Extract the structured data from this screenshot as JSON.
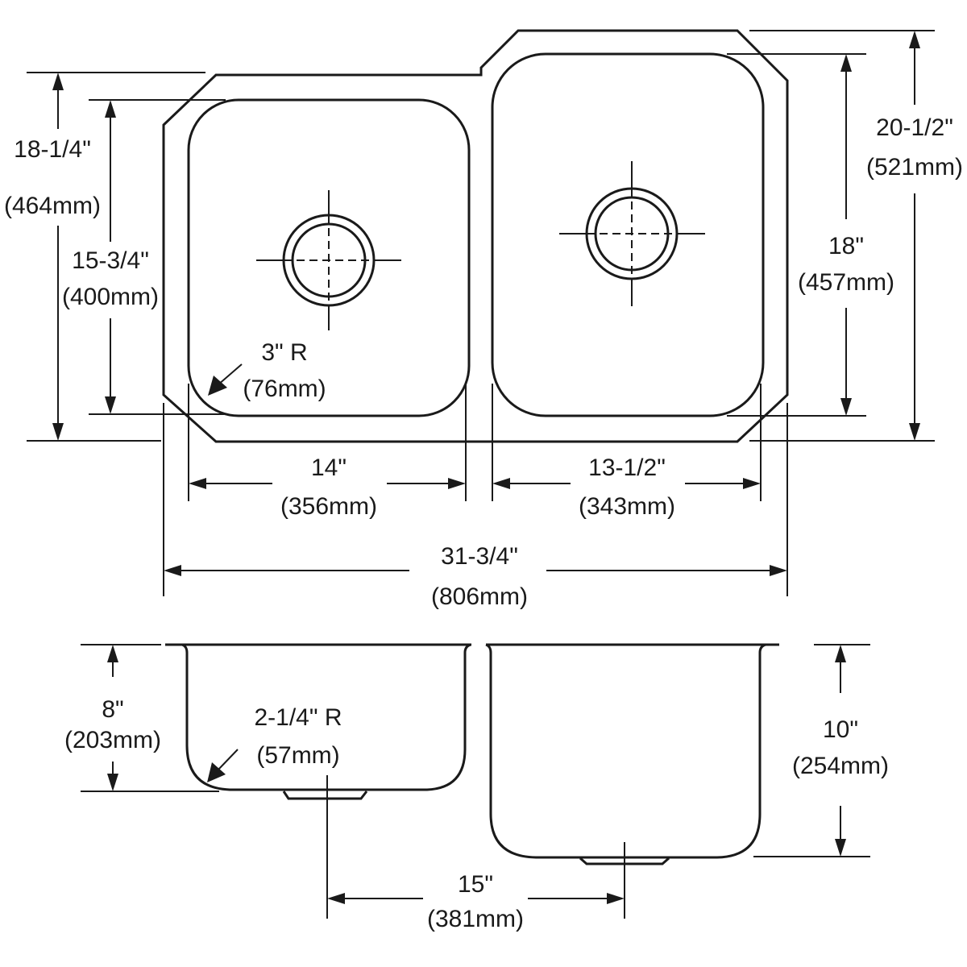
{
  "dimensions": {
    "overall_depth_left": {
      "in": "18-1/4\"",
      "mm": "(464mm)"
    },
    "left_bowl_depth": {
      "in": "15-3/4\"",
      "mm": "(400mm)"
    },
    "corner_radius": {
      "in": "3\" R",
      "mm": "(76mm)"
    },
    "left_bowl_width": {
      "in": "14\"",
      "mm": "(356mm)"
    },
    "right_bowl_width": {
      "in": "13-1/2\"",
      "mm": "(343mm)"
    },
    "overall_width": {
      "in": "31-3/4\"",
      "mm": "(806mm)"
    },
    "right_bowl_depth": {
      "in": "18\"",
      "mm": "(457mm)"
    },
    "overall_depth_right": {
      "in": "20-1/2\"",
      "mm": "(521mm)"
    },
    "left_bowl_height": {
      "in": "8\"",
      "mm": "(203mm)"
    },
    "bottom_radius": {
      "in": "2-1/4\" R",
      "mm": "(57mm)"
    },
    "right_bowl_height": {
      "in": "10\"",
      "mm": "(254mm)"
    },
    "drain_spacing": {
      "in": "15\"",
      "mm": "(381mm)"
    }
  }
}
